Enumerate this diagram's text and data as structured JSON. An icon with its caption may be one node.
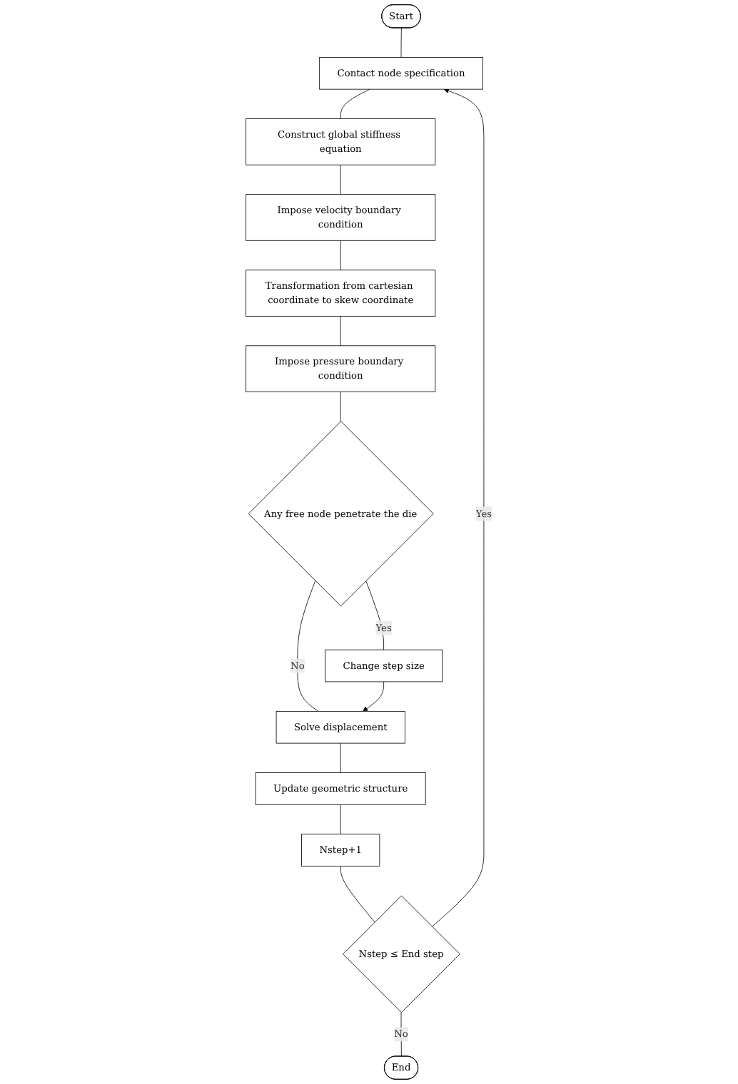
{
  "diagram": {
    "nodes": [
      {
        "text": [
          "Start"
        ]
      },
      {
        "text": [
          "Contact node specification"
        ]
      },
      {
        "text": [
          "Construct global stiffness equation"
        ]
      },
      {
        "text": [
          "Impose velocity boundary condition"
        ]
      },
      {
        "text": [
          "Transformation from cartesian coordinate to skew coordinate"
        ]
      },
      {
        "text": [
          "Impose pressure boundary condition"
        ]
      },
      {
        "text": [
          "Any free node penetrate the die"
        ]
      },
      {
        "text": [
          "Change step size"
        ]
      },
      {
        "text": [
          "Solve displacement"
        ]
      },
      {
        "text": [
          "Update geometric structure"
        ]
      },
      {
        "text": [
          "Nstep+1"
        ]
      },
      {
        "text": [
          "Nstep ≤ End step"
        ]
      },
      {
        "text": [
          "End"
        ]
      }
    ],
    "edges": [
      {
        "from": 0,
        "to": 1,
        "arrow": "none"
      },
      {
        "from": 1,
        "to": 2,
        "arrow": "none"
      },
      {
        "from": 2,
        "to": 3,
        "arrow": "none"
      },
      {
        "from": 3,
        "to": 4,
        "arrow": "none"
      },
      {
        "from": 4,
        "to": 5,
        "arrow": "none"
      },
      {
        "from": 5,
        "to": 6,
        "arrow": "none"
      },
      {
        "from": 6,
        "to": 7,
        "label": "Yes",
        "arrow": "none"
      },
      {
        "from": 6,
        "to": 8,
        "label": "No",
        "arrow": "none"
      },
      {
        "from": 7,
        "to": 8,
        "arrow": "to"
      },
      {
        "from": 8,
        "to": 9,
        "arrow": "none"
      },
      {
        "from": 9,
        "to": 10,
        "arrow": "none"
      },
      {
        "from": 10,
        "to": 11,
        "arrow": "none"
      },
      {
        "from": 11,
        "to": 1,
        "label": "Yes",
        "arrow": "to"
      },
      {
        "from": 11,
        "to": 12,
        "label": "No",
        "arrow": "none"
      }
    ]
  }
}
